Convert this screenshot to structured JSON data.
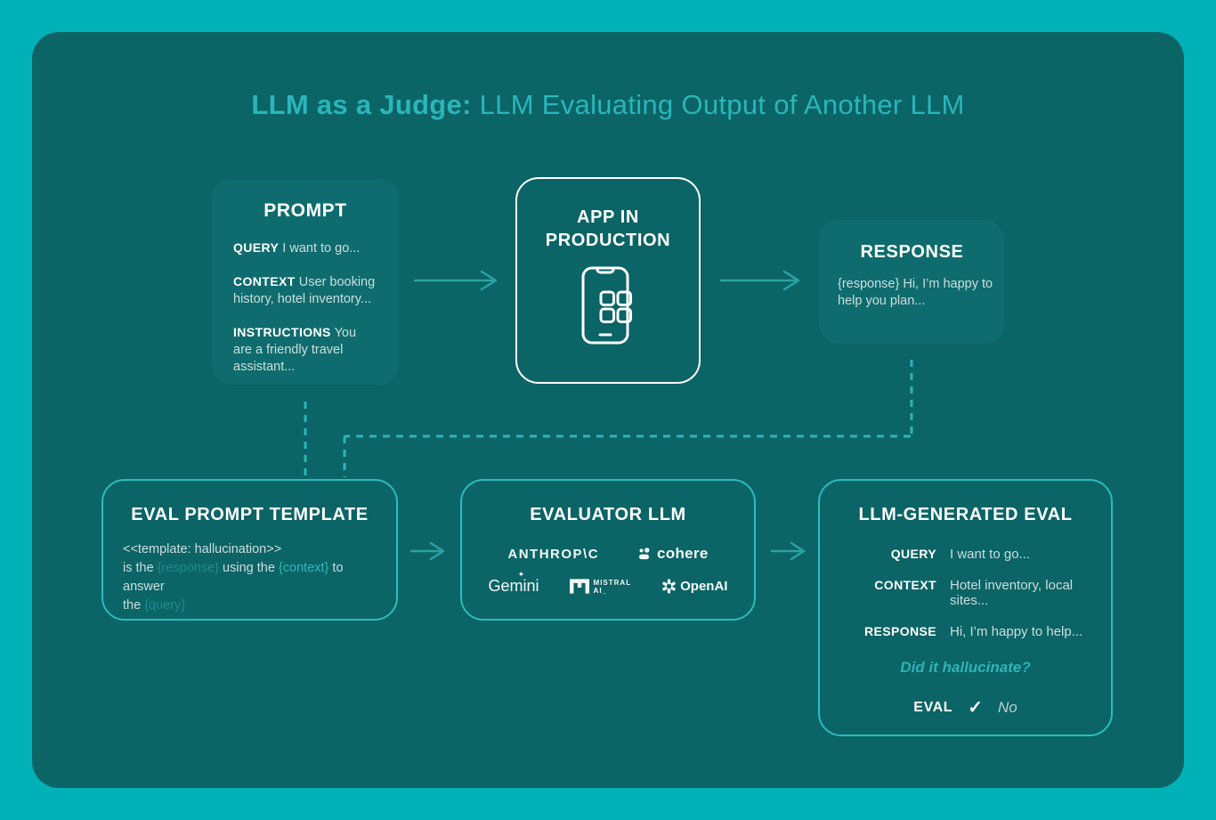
{
  "title": {
    "bold": "LLM as a Judge:",
    "rest": " LLM Evaluating Output of Another LLM"
  },
  "colors": {
    "outer_background": "#00b2b8",
    "panel_background": "#0b6466",
    "filled_box_background": "#0f6c6e",
    "outline_accent": "#2cbcbe",
    "title_accent": "#29b6ba",
    "arrow": "#2aa2a7",
    "dashed_line": "#2fb4b8",
    "body_text": "#cddedd",
    "placeholder_dim": "#1f8c8f",
    "placeholder_bright": "#36b7ba",
    "white": "#ffffff"
  },
  "prompt_box": {
    "title": "PROMPT",
    "items": [
      {
        "label": "QUERY",
        "text": " I want to go..."
      },
      {
        "label": "CONTEXT",
        "text": " User booking history, hotel inventory..."
      },
      {
        "label": "INSTRUCTIONS",
        "text": " You are a friendly travel assistant..."
      }
    ]
  },
  "app_box": {
    "title_line1": "APP IN",
    "title_line2": "PRODUCTION",
    "icon": "smartphone-apps-icon"
  },
  "response_box": {
    "title": "RESPONSE",
    "text": "{response} Hi, I’m happy to help you plan..."
  },
  "template_box": {
    "title": "EVAL PROMPT TEMPLATE",
    "line1": "<<template: hallucination>>",
    "body": {
      "t1": "is the ",
      "p1": "{response}",
      "t2": " using the ",
      "p2": "{context}",
      "t3": " to answer",
      "t4": "the ",
      "p3": "{query}"
    }
  },
  "evaluator_box": {
    "title": "EVALUATOR LLM",
    "anthropic": "ANTHROP\\C",
    "cohere": "cohere",
    "gemini": "Gemini",
    "mistral_line1": "MISTRAL",
    "mistral_line2": "AI_",
    "openai": "OpenAI"
  },
  "evalgen_box": {
    "title": "LLM-GENERATED EVAL",
    "rows": [
      {
        "label": "QUERY",
        "value": "I want to go..."
      },
      {
        "label": "CONTEXT",
        "value": "Hotel inventory, local sites..."
      },
      {
        "label": "RESPONSE",
        "value": "Hi, I’m happy to help..."
      }
    ],
    "question": "Did it hallucinate?",
    "eval_label": "EVAL",
    "check_glyph": "✓",
    "result": "No"
  },
  "icons": {
    "sparkle_glyph": "✦",
    "app_icon": "smartphone-apps-icon",
    "cohere_icon": "cohere-logo-icon",
    "mistral_icon": "mistral-m-icon",
    "openai_icon": "openai-flower-icon"
  }
}
